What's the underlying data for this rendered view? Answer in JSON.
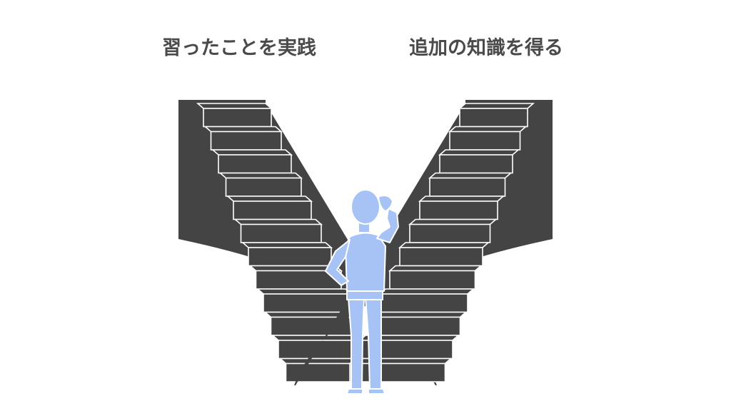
{
  "labels": {
    "left_path": "習ったことを実践",
    "right_path": "追加の知識を得る"
  },
  "colors": {
    "stair_dark": "#444444",
    "stair_edge": "#ffffff",
    "person": "#a7c3f5",
    "person_outline": "#ffffff",
    "text": "#4a4a4a",
    "background": "#ffffff"
  },
  "illustration": {
    "subject": "person-scratching-head",
    "left_staircase_steps": 12,
    "right_staircase_steps": 12
  }
}
